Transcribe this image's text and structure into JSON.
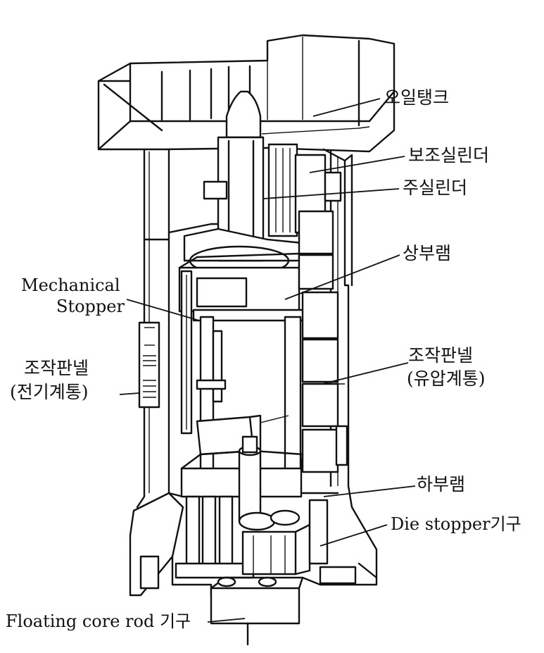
{
  "labels": {
    "oil_tank": "오일탱크",
    "aux_cylinder": "보조실린더",
    "main_cylinder": "주실린더",
    "upper_ram": "상부램",
    "mechanical_stopper_1": "Mechanical",
    "mechanical_stopper_2": "Stopper",
    "control_panel_hyd_1": "조작판넬",
    "control_panel_hyd_2": "(유압계통)",
    "control_panel_elec_1": "조작판넬",
    "control_panel_elec_2": "(전기계통)",
    "lower_ram": "하부램",
    "die_stopper": "Die stopper기구",
    "floating_core_rod": "Floating core rod 기구"
  },
  "colors": {
    "ink": "#111111",
    "paper": "#ffffff"
  }
}
